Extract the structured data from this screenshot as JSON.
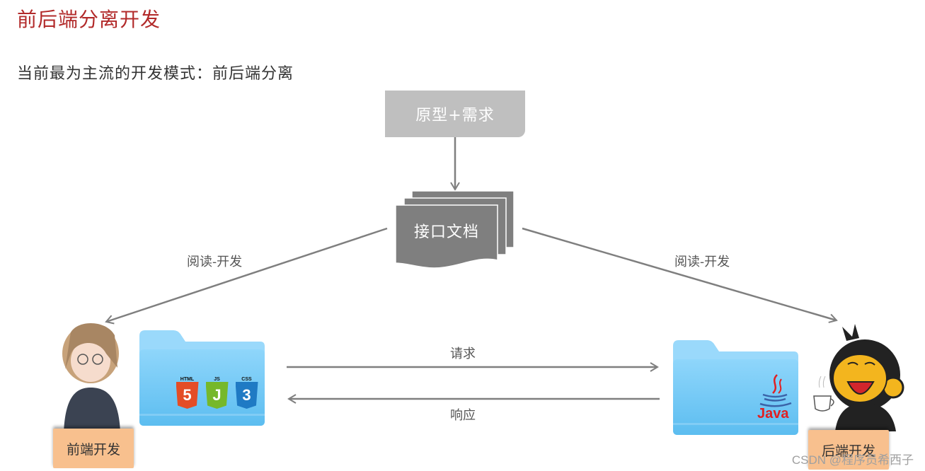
{
  "title": "前后端分离开发",
  "subtitle": "当前最为主流的开发模式：前后端分离",
  "nodes": {
    "prototype": "原型+需求",
    "api_doc": "接口文档",
    "frontend": "前端开发",
    "backend": "后端开发"
  },
  "edges": {
    "read_dev_left": "阅读-开发",
    "read_dev_right": "阅读-开发",
    "request": "请求",
    "response": "响应"
  },
  "frontend_folder": {
    "badges": [
      {
        "label": "HTML",
        "glyph": "5",
        "color": "#e44d26"
      },
      {
        "label": "JS",
        "glyph": "J",
        "color": "#76b82a"
      },
      {
        "label": "CSS",
        "glyph": "3",
        "color": "#1f7ac4"
      }
    ]
  },
  "backend_folder": {
    "logo_text": "Java",
    "logo_color": "#e11f21"
  },
  "colors": {
    "title": "#b22a2a",
    "arrow": "#7f7f7f",
    "proto_box": "#bfbfbf",
    "doc": "#7f7f7f",
    "role_box": "#f8c08e",
    "folder": "#6cc7f5"
  },
  "watermark": "CSDN @程序员希西子"
}
